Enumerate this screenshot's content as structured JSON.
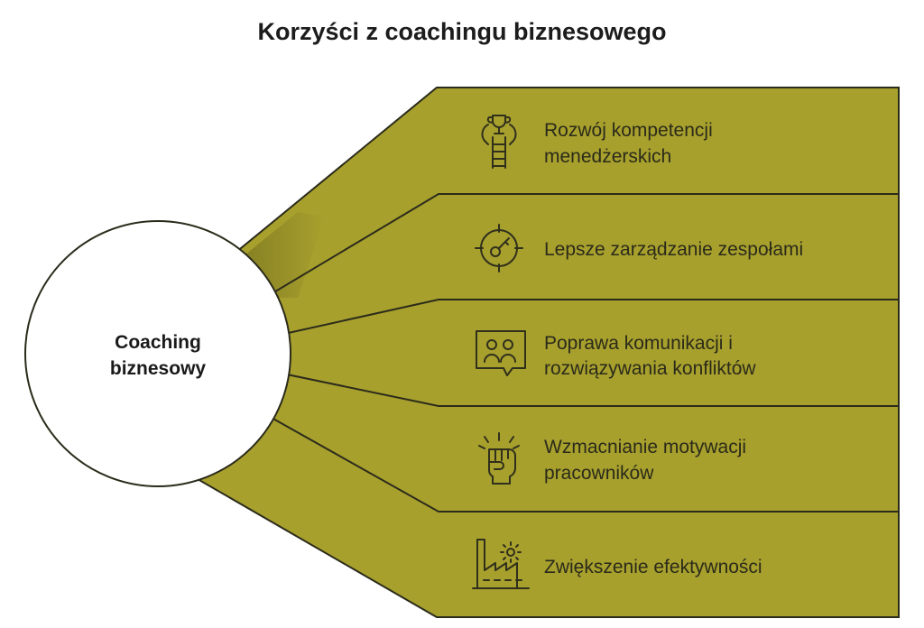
{
  "title": "Korzyści z coachingu biznesowego",
  "center": {
    "line1": "Coaching",
    "line2": "biznesowy"
  },
  "items": [
    {
      "line1": "Rozwój kompetencji",
      "line2": "menedżerskich",
      "icon": "trophy-ladder-icon"
    },
    {
      "line1": "Lepsze zarządzanie zespołami",
      "line2": "",
      "icon": "target-key-icon"
    },
    {
      "line1": "Poprawa komunikacji i",
      "line2": "rozwiązywania konfliktów",
      "icon": "people-chat-icon"
    },
    {
      "line1": "Wzmacnianie motywacji",
      "line2": "pracowników",
      "icon": "raised-fist-icon"
    },
    {
      "line1": "Zwiększenie efektywności",
      "line2": "",
      "icon": "factory-gear-icon"
    }
  ],
  "colors": {
    "band": "#a8a02d",
    "band_dark": "#6e6a20",
    "stroke": "#2b2b1b",
    "circle": "#ffffff",
    "text": "#1c1c1c"
  }
}
